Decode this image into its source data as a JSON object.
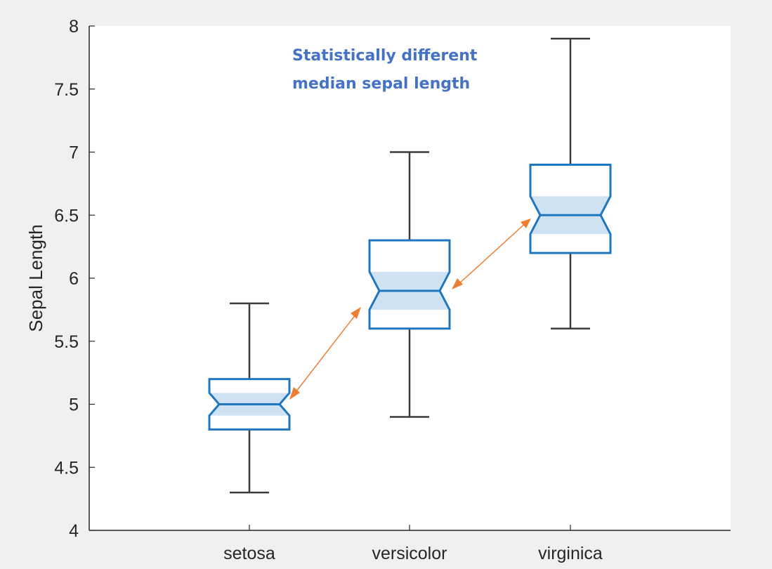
{
  "chart_data": {
    "type": "boxplot",
    "title": "",
    "xlabel": "",
    "ylabel": "Sepal Length",
    "ylim": [
      4,
      8
    ],
    "yticks": [
      "4",
      "4.5",
      "5",
      "5.5",
      "6",
      "6.5",
      "7",
      "7.5",
      "8"
    ],
    "categories": [
      "setosa",
      "versicolor",
      "virginica"
    ],
    "notched": true,
    "grid": false,
    "series": [
      {
        "name": "setosa",
        "min": 4.3,
        "q1": 4.8,
        "median": 5.0,
        "q3": 5.2,
        "max": 5.8,
        "notch_low": 4.91,
        "notch_high": 5.09
      },
      {
        "name": "versicolor",
        "min": 4.9,
        "q1": 5.6,
        "median": 5.9,
        "q3": 6.3,
        "max": 7.0,
        "notch_low": 5.75,
        "notch_high": 6.05
      },
      {
        "name": "virginica",
        "min": 5.6,
        "q1": 6.2,
        "median": 6.5,
        "q3": 6.9,
        "max": 7.9,
        "notch_low": 6.35,
        "notch_high": 6.65
      }
    ],
    "annotations": [
      {
        "text": "Statistically different",
        "line": 1
      },
      {
        "text": "median sepal length",
        "line": 2
      },
      {
        "type": "double-arrow",
        "from": "setosa",
        "to": "versicolor"
      },
      {
        "type": "double-arrow",
        "from": "versicolor",
        "to": "virginica"
      }
    ],
    "colors": {
      "box": "#1f77c0",
      "notch_fill": "#cfe2f3",
      "whisker": "#3c3c3c",
      "arrow": "#ed7d31",
      "annotation_text": "#4472c4",
      "background": "#f0f0f0",
      "plot_bg": "#ffffff"
    }
  },
  "annotation": {
    "line1": "Statistically different",
    "line2": "median sepal length"
  },
  "axis": {
    "ylabel": "Sepal Length",
    "yticks": [
      "4",
      "4.5",
      "5",
      "5.5",
      "6",
      "6.5",
      "7",
      "7.5",
      "8"
    ],
    "xticks": [
      "setosa",
      "versicolor",
      "virginica"
    ]
  }
}
